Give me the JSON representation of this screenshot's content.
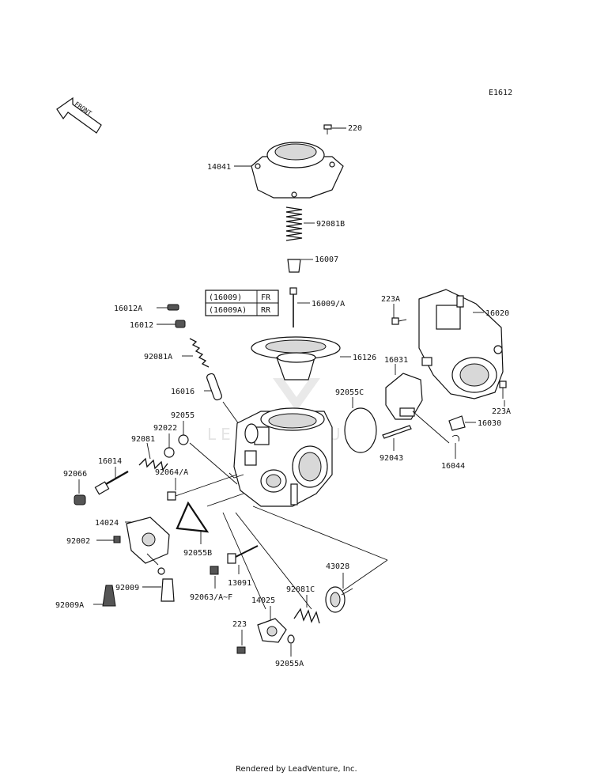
{
  "diagram": {
    "code": "E1612",
    "front_label": "FRONT",
    "footer": "Rendered by LeadVenture, Inc.",
    "watermark": "LEADVENTURE",
    "table": [
      {
        "part": "(16009)",
        "position": "FR"
      },
      {
        "part": "(16009A)",
        "position": "RR"
      }
    ],
    "callouts": [
      "220",
      "14041",
      "92081B",
      "16007",
      "16009/A",
      "16012A",
      "16012",
      "92081A",
      "16126",
      "16016",
      "223A",
      "16020",
      "16031",
      "92055C",
      "223A",
      "16030",
      "92043",
      "16044",
      "92055",
      "92022",
      "92081",
      "16014",
      "92066",
      "92064/A",
      "14024",
      "92002",
      "92055B",
      "13091",
      "92009",
      "92009A",
      "92063/A~F",
      "43028",
      "92081C",
      "14025",
      "223",
      "92055A"
    ]
  }
}
